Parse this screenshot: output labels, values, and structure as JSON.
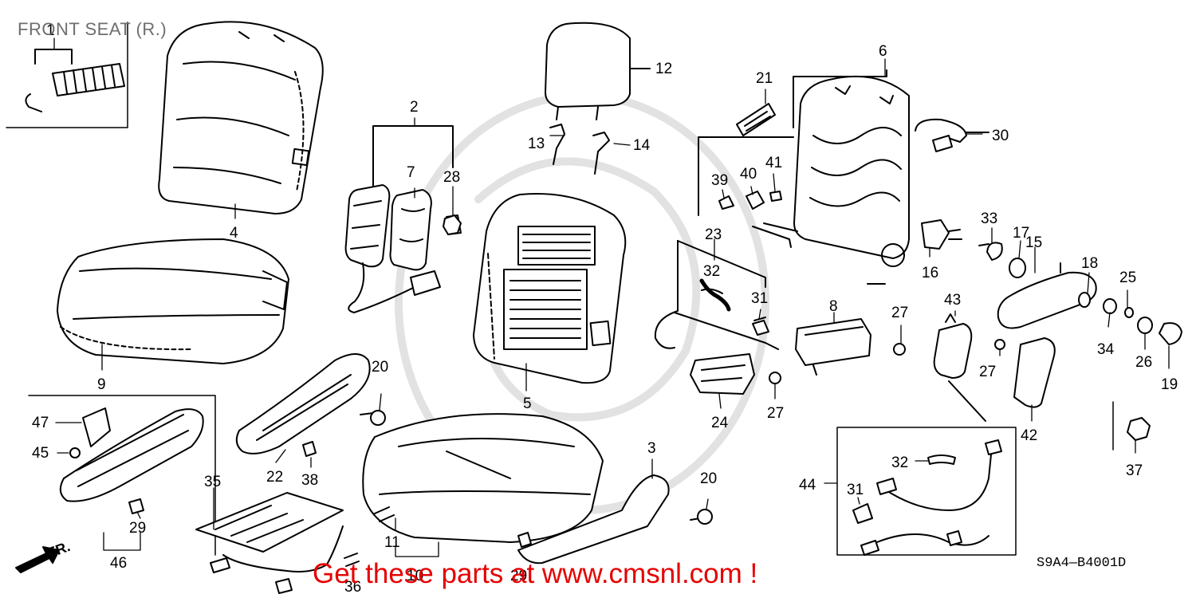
{
  "diagram": {
    "title": "FRONT SEAT (R.)",
    "drawing_code": "S9A4—B4001D",
    "direction_label": "FR.",
    "watermark": "Get these parts at www.cmsnl.com !",
    "callouts": [
      {
        "id": "c1",
        "text": "1"
      },
      {
        "id": "c2",
        "text": "2"
      },
      {
        "id": "c3",
        "text": "3"
      },
      {
        "id": "c4",
        "text": "4"
      },
      {
        "id": "c5",
        "text": "5"
      },
      {
        "id": "c6",
        "text": "6"
      },
      {
        "id": "c7",
        "text": "7"
      },
      {
        "id": "c8",
        "text": "8"
      },
      {
        "id": "c9",
        "text": "9"
      },
      {
        "id": "c10",
        "text": "10"
      },
      {
        "id": "c11",
        "text": "11"
      },
      {
        "id": "c12",
        "text": "12"
      },
      {
        "id": "c13",
        "text": "13"
      },
      {
        "id": "c14",
        "text": "14"
      },
      {
        "id": "c15",
        "text": "15"
      },
      {
        "id": "c16",
        "text": "16"
      },
      {
        "id": "c17",
        "text": "17"
      },
      {
        "id": "c18",
        "text": "18"
      },
      {
        "id": "c19",
        "text": "19"
      },
      {
        "id": "c20a",
        "text": "20"
      },
      {
        "id": "c20b",
        "text": "20"
      },
      {
        "id": "c21",
        "text": "21"
      },
      {
        "id": "c22",
        "text": "22"
      },
      {
        "id": "c23",
        "text": "23"
      },
      {
        "id": "c24",
        "text": "24"
      },
      {
        "id": "c25",
        "text": "25"
      },
      {
        "id": "c26",
        "text": "26"
      },
      {
        "id": "c27a",
        "text": "27"
      },
      {
        "id": "c27b",
        "text": "27"
      },
      {
        "id": "c27c",
        "text": "27"
      },
      {
        "id": "c28",
        "text": "28"
      },
      {
        "id": "c29a",
        "text": "29"
      },
      {
        "id": "c29b",
        "text": "29"
      },
      {
        "id": "c30",
        "text": "30"
      },
      {
        "id": "c31a",
        "text": "31"
      },
      {
        "id": "c31b",
        "text": "31"
      },
      {
        "id": "c32a",
        "text": "32"
      },
      {
        "id": "c32b",
        "text": "32"
      },
      {
        "id": "c33",
        "text": "33"
      },
      {
        "id": "c34",
        "text": "34"
      },
      {
        "id": "c35",
        "text": "35"
      },
      {
        "id": "c36",
        "text": "36"
      },
      {
        "id": "c37",
        "text": "37"
      },
      {
        "id": "c38",
        "text": "38"
      },
      {
        "id": "c39",
        "text": "39"
      },
      {
        "id": "c40",
        "text": "40"
      },
      {
        "id": "c41",
        "text": "41"
      },
      {
        "id": "c42",
        "text": "42"
      },
      {
        "id": "c43",
        "text": "43"
      },
      {
        "id": "c44",
        "text": "44"
      },
      {
        "id": "c45",
        "text": "45"
      },
      {
        "id": "c46",
        "text": "46"
      },
      {
        "id": "c47",
        "text": "47"
      }
    ]
  }
}
